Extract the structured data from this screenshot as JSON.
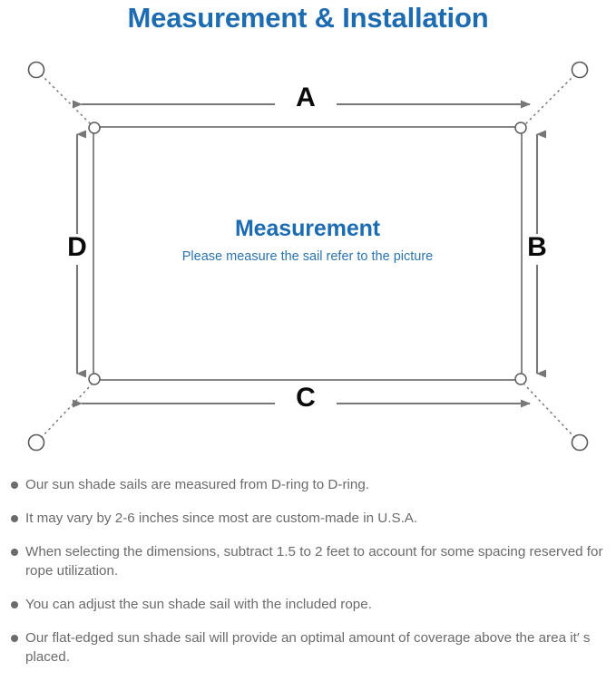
{
  "page": {
    "title": "Measurement & Installation",
    "title_color": "#1d6cb1",
    "background": "#ffffff"
  },
  "diagram": {
    "name": "shade-sail-measurement-diagram",
    "sail_caption": {
      "heading": "Measurement",
      "subheading": "Please measure the sail refer to the picture"
    },
    "dimension_labels": {
      "top": "A",
      "right": "B",
      "bottom": "C",
      "left": "D"
    },
    "line_color": "#777777",
    "sail_edge_color": "#555555",
    "anchor_ring_color": "#555555",
    "d_ring_color": "#555555"
  },
  "notes": [
    "Our sun shade sails are measured from D-ring to D-ring.",
    "It may vary by 2-6 inches since most are custom-made in U.S.A.",
    "When selecting the dimensions, subtract 1.5 to 2 feet to account for some spacing reserved for rope utilization.",
    "You can adjust the sun shade sail with the included rope.",
    "Our flat-edged sun shade sail will provide an optimal amount of coverage above the area it′ s placed."
  ]
}
